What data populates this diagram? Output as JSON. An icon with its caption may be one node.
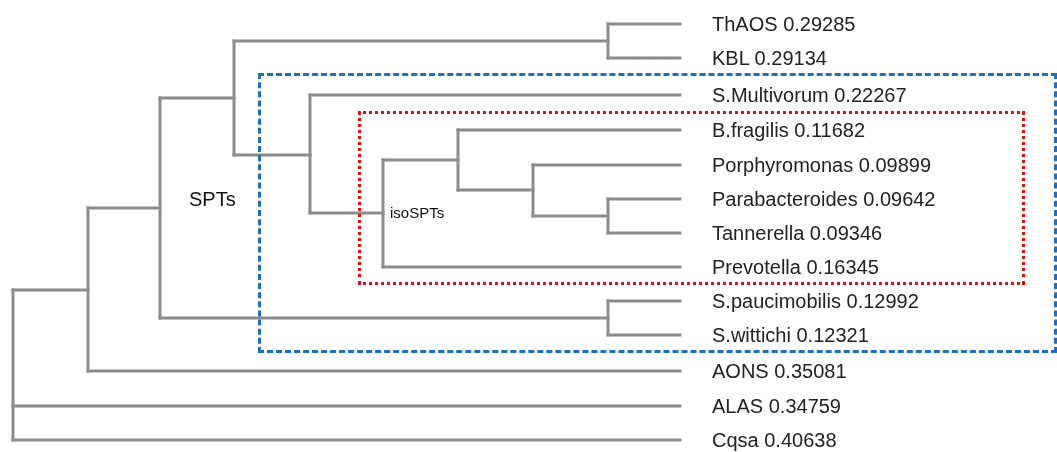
{
  "diagram": {
    "nodes": [
      {
        "text": [
          "SPTs"
        ]
      },
      {
        "text": [
          "isoSPTs"
        ],
        "in": 0
      }
    ],
    "labels": [
      "ThAOS 0.29285",
      "KBL 0.29134",
      "S.Multivorum 0.22267",
      "B.fragilis 0.11682",
      "Porphyromonas 0.09899",
      "Parabacteroides 0.09642",
      "Tannerella 0.09346",
      "Prevotella 0.16345",
      "S.paucimobilis 0.12992",
      "S.wittichi 0.12321",
      "AONS 0.35081",
      "ALAS 0.34759",
      "Cqsa 0.40638"
    ]
  }
}
